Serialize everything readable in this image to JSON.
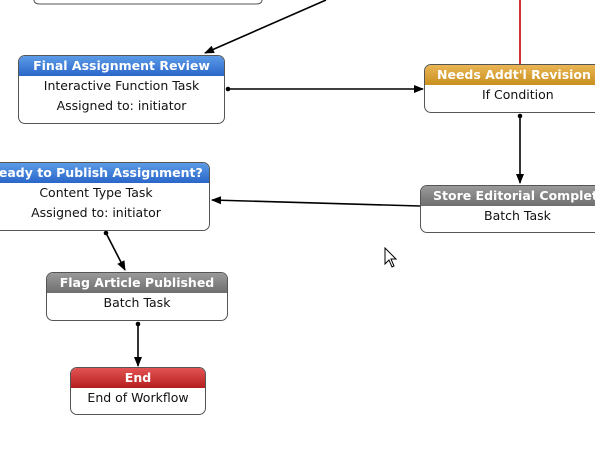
{
  "nodes": [
    {
      "id": "final_review",
      "title": "Final Assignment Review",
      "line1": "Interactive Function Task",
      "line2": "Assigned to: initiator",
      "color": "blue"
    },
    {
      "id": "needs_revision",
      "title": "Needs Addt'l Revision",
      "line1": "If Condition",
      "line2": "",
      "color": "orange"
    },
    {
      "id": "ready_publish",
      "title": "Ready to Publish Assignment?",
      "line1": "Content Type Task",
      "line2": "Assigned to: initiator",
      "color": "blue"
    },
    {
      "id": "store_editorial",
      "title": "Store Editorial Complete",
      "line1": "Batch Task",
      "line2": "",
      "color": "gray"
    },
    {
      "id": "flag_published",
      "title": "Flag Article Published",
      "line1": "Batch Task",
      "line2": "",
      "color": "gray"
    },
    {
      "id": "end",
      "title": "End",
      "line1": "End of Workflow",
      "line2": "",
      "color": "red"
    }
  ],
  "colors": {
    "blue": "#2a66c9",
    "orange": "#d9a035",
    "gray": "#7b7b7b",
    "red": "#c92a2a",
    "edge": "#000000",
    "edge_red": "#cc0000"
  },
  "cursor_icon": "mouse-pointer-icon"
}
